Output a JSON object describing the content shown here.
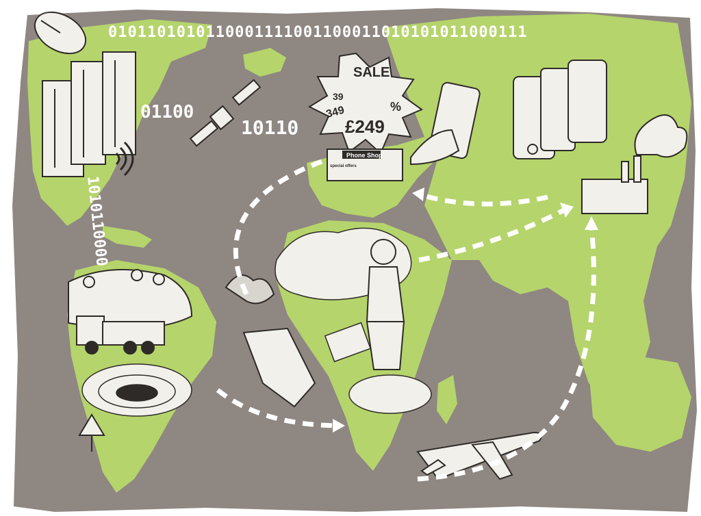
{
  "binary": {
    "top": "0101101010110001111001100011010101011000111",
    "left_vertical": "1010110000",
    "mid_left": "01100",
    "mid_right": "10110"
  },
  "sale": {
    "sale_word": "SALE",
    "price_main": "£249",
    "price_small": "349",
    "price_prefix": "39",
    "percent": "%"
  },
  "shop": {
    "sign": "Phone Shop",
    "subtext": "special offers"
  },
  "colors": {
    "ocean": "#8f8782",
    "land": "#b5d46c",
    "ink": "#2e2a28",
    "white": "#ffffff",
    "paper": "#f2f0ea"
  }
}
